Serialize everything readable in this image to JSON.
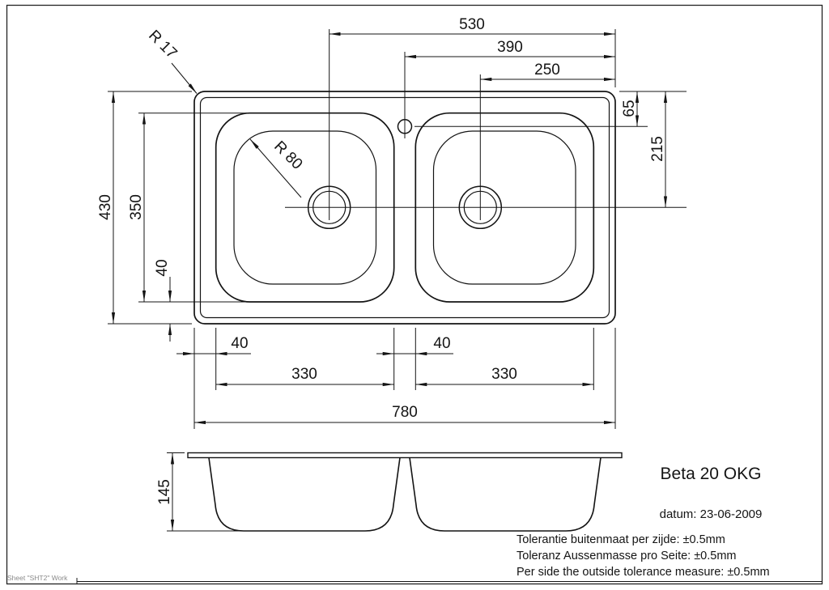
{
  "labels": {
    "product": "Beta 20 OKG",
    "date": "datum: 23-06-2009",
    "tolerance_nl": "Tolerantie buitenmaat per zijde: ±0.5mm",
    "tolerance_de": "Toleranz Aussenmasse pro Seite: ±0.5mm",
    "tolerance_en": "Per side the outside tolerance measure: ±0.5mm",
    "sheet_note": "Sheet \"SHT2\" Work"
  },
  "dims": {
    "w530": "530",
    "w390": "390",
    "w250": "250",
    "h65": "65",
    "h215": "215",
    "h430": "430",
    "h350": "350",
    "left40": "40",
    "bottom40_left": "40",
    "bottom40_mid": "40",
    "bottom330_left": "330",
    "bottom330_right": "330",
    "w780": "780",
    "side145": "145",
    "r17": "R 17",
    "r80": "R 80"
  },
  "colors": {
    "line": "#141414",
    "background": "#ffffff"
  }
}
